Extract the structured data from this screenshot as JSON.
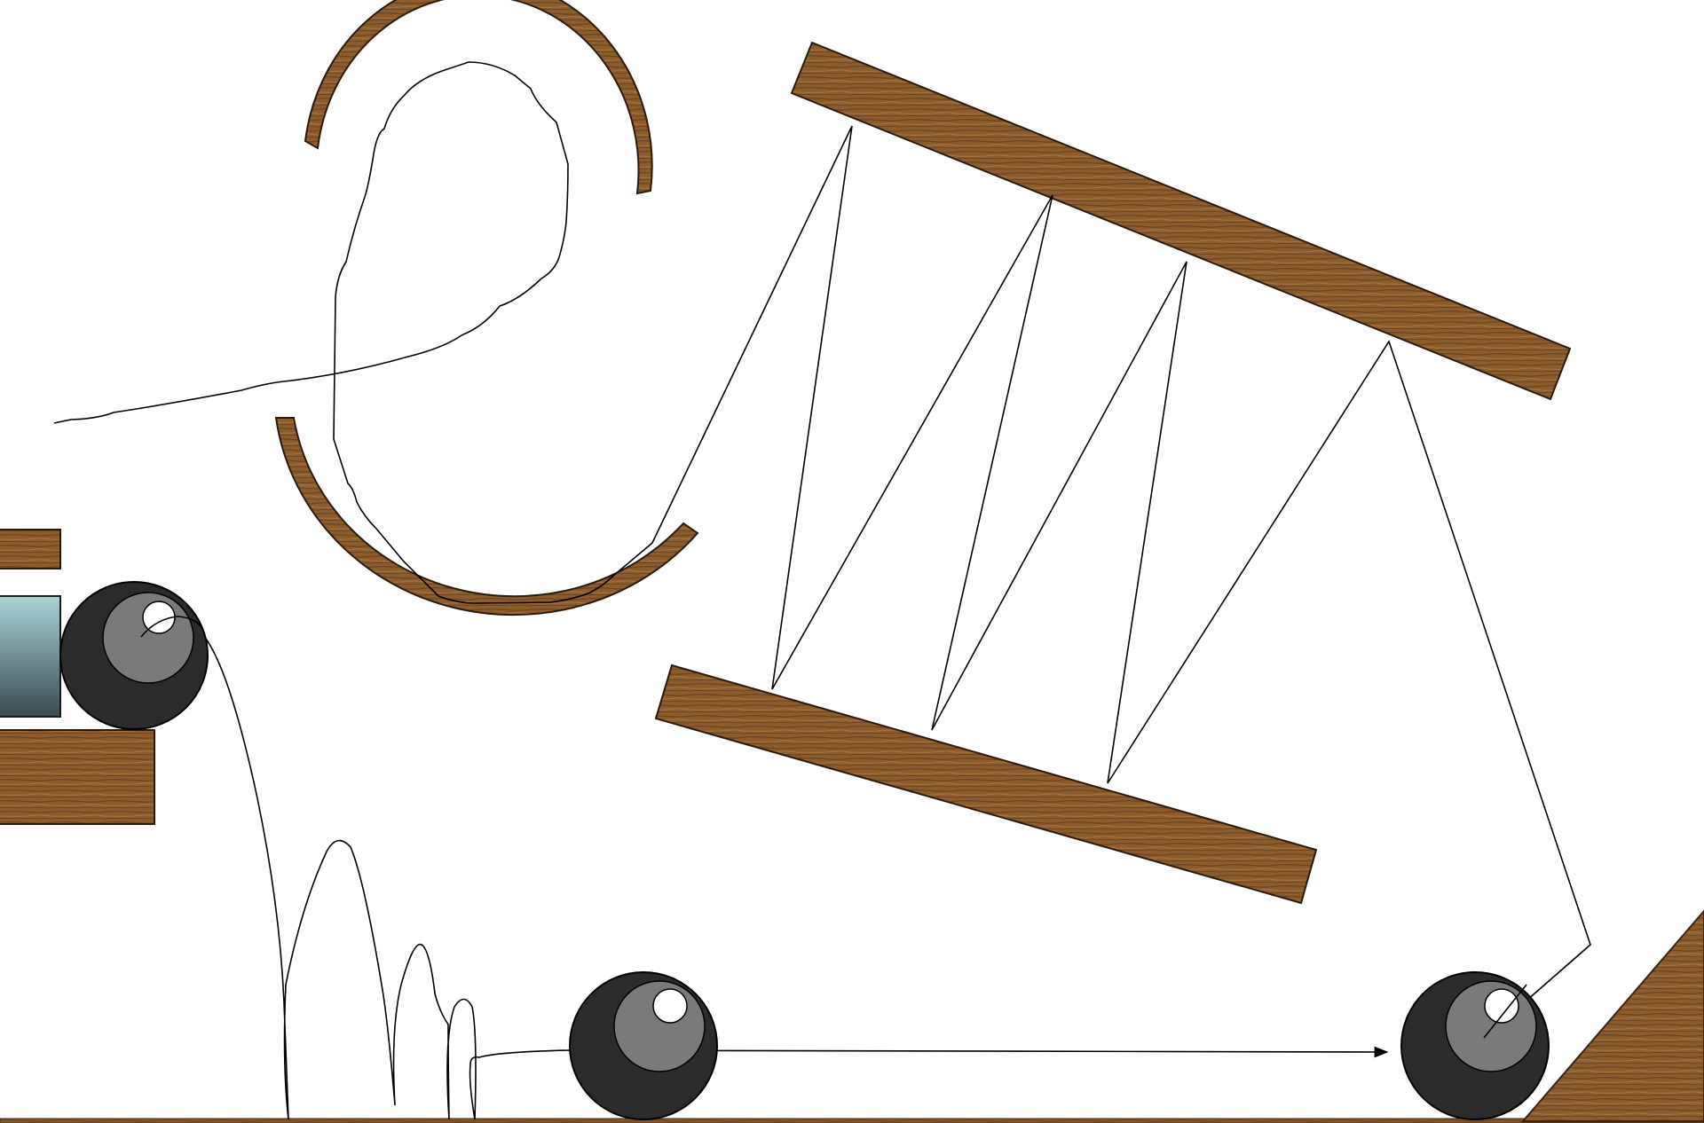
{
  "scene": {
    "title": "",
    "objects": [
      {
        "type": "ramp",
        "material": "wood"
      },
      {
        "type": "wall_plank",
        "material": "wood"
      },
      {
        "type": "wall_plank",
        "material": "wood"
      },
      {
        "type": "push_block",
        "material": "glass"
      },
      {
        "type": "ball",
        "material": "bowling"
      },
      {
        "type": "ball",
        "material": "bowling"
      },
      {
        "type": "ball",
        "material": "bowling"
      },
      {
        "type": "tilted_plank",
        "material": "wood"
      },
      {
        "type": "tilted_plank",
        "material": "wood"
      },
      {
        "type": "arc_wall",
        "material": "wood"
      },
      {
        "type": "arc_wall",
        "material": "wood"
      }
    ],
    "trajectory": {
      "shown": true,
      "ends_with_arrow": true
    }
  },
  "colors": {
    "ball_outer": "#2b2b2b",
    "ball_inner": "#7a7a7a",
    "ball_highlight": "#ffffff",
    "wood": "#8a5a2b",
    "wood_dark": "#5e3a18",
    "glass_top": "#a9d4d6",
    "glass_bottom": "#3a4a4f",
    "line": "#000000"
  }
}
